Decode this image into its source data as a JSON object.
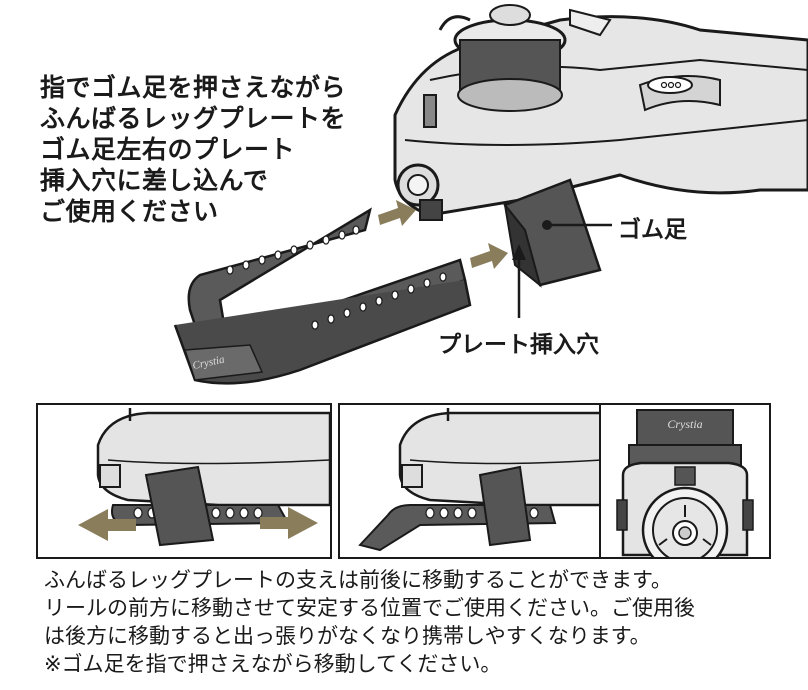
{
  "instructions": [
    "指でゴム足を押さえながら",
    "ふんばるレッグプレートを",
    "ゴム足左右のプレート",
    "挿入穴に差し込んで",
    "ご使用ください"
  ],
  "callouts": {
    "rubber_foot": "ゴム足",
    "plate_hole": "プレート挿入穴"
  },
  "brand": "Crystia",
  "footer": [
    "ふんばるレッグプレートの支えは前後に移動することができます。",
    "リールの前方に移動させて安定する位置でご使用ください。ご使用後",
    "は後方に移動すると出っ張りがなくなり携帯しやすくなります。",
    "※ゴム足を指で押さえながら移動してください。"
  ],
  "colors": {
    "arrow": "#8a7d5c",
    "plate": "#555555",
    "reel_body": "#e4e4e4",
    "outline": "#1a1a1a"
  }
}
